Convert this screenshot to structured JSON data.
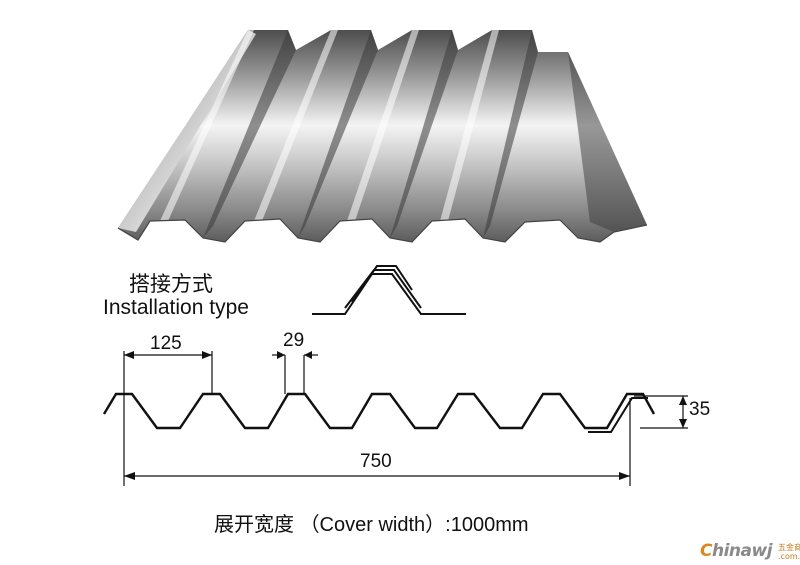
{
  "installation_type": {
    "label_cn": "搭接方式",
    "label_en": "Installation type"
  },
  "dimensions": {
    "pitch": "125",
    "rib_top": "29",
    "height": "35",
    "span": "750"
  },
  "cover_width": {
    "label_cn": "展开宽度",
    "label_en": "（Cover width）",
    "separator": ":",
    "value": "1000mm"
  },
  "watermark": {
    "brand_first": "C",
    "brand_rest": "hinawj",
    "site_cn": "五金商机网",
    "domain": ".com.cn"
  },
  "colors": {
    "ink": "#111111",
    "metal_light": "#f2f2f2",
    "metal_dark": "#5a5a5a",
    "watermark_accent": "#d8881c"
  }
}
